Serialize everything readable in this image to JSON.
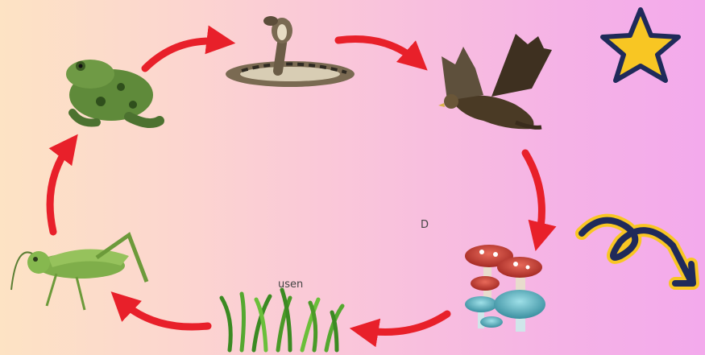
{
  "diagram": {
    "type": "food-cycle",
    "labels": {
      "decomposer_fragment": "D",
      "grass_fragment": "usen"
    },
    "organisms": [
      {
        "name": "frog-icon"
      },
      {
        "name": "snake-icon"
      },
      {
        "name": "eagle-icon"
      },
      {
        "name": "mushroom-icon"
      },
      {
        "name": "grass-icon"
      },
      {
        "name": "grasshopper-icon"
      }
    ],
    "colors": {
      "arrow": "#e8202a",
      "star_fill": "#f8c623",
      "star_stroke": "#1f2a5a",
      "swirl_outer": "#f8c623",
      "swirl_inner": "#1f2a5a",
      "background_left": "#fde3c4",
      "background_right": "#f3aaec"
    }
  }
}
